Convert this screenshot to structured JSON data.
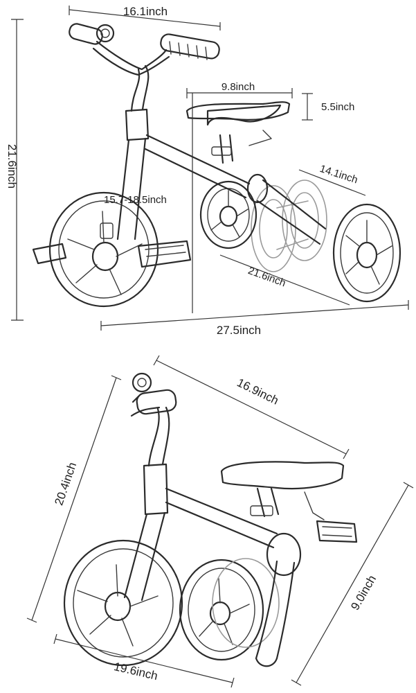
{
  "top_view": {
    "handlebar_width": "16.1inch",
    "total_height": "21.6inch",
    "seat_length": "9.8inch",
    "seat_height": "5.5inch",
    "rear_wheel_span": "14.1inch",
    "seat_post_range": "15.7-18.5inch",
    "rear_length": "21.6inch",
    "total_length": "27.5inch"
  },
  "bottom_view": {
    "folded_length": "16.9inch",
    "folded_height": "20.4inch",
    "folded_depth": "9.0inch",
    "folded_base": "19.6inch"
  }
}
